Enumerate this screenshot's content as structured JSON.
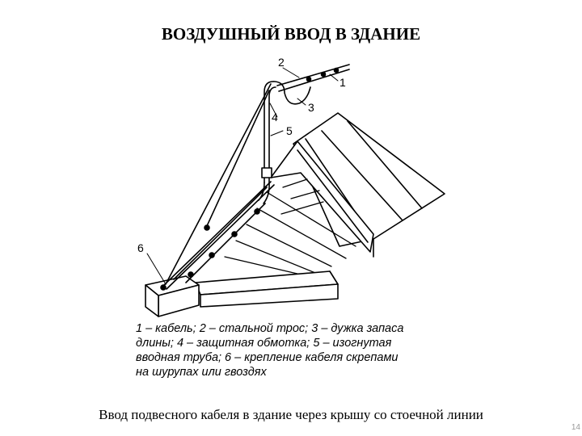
{
  "title": "ВОЗДУШНЫЙ ВВОД В ЗДАНИЕ",
  "callouts": {
    "c1": "1",
    "c2": "2",
    "c3": "3",
    "c4": "4",
    "c5": "5",
    "c6": "6"
  },
  "legend": {
    "line1": "1 – кабель; 2 – стальной трос; 3 – дужка запаса",
    "line2": "длины; 4 – защитная обмотка; 5 – изогнутая",
    "line3": "вводная труба; 6 – крепление кабеля скрепами",
    "line4": "на шурупах или гвоздях"
  },
  "caption": "Ввод подвесного кабеля в здание через крышу со стоечной линии",
  "page_number": "14"
}
